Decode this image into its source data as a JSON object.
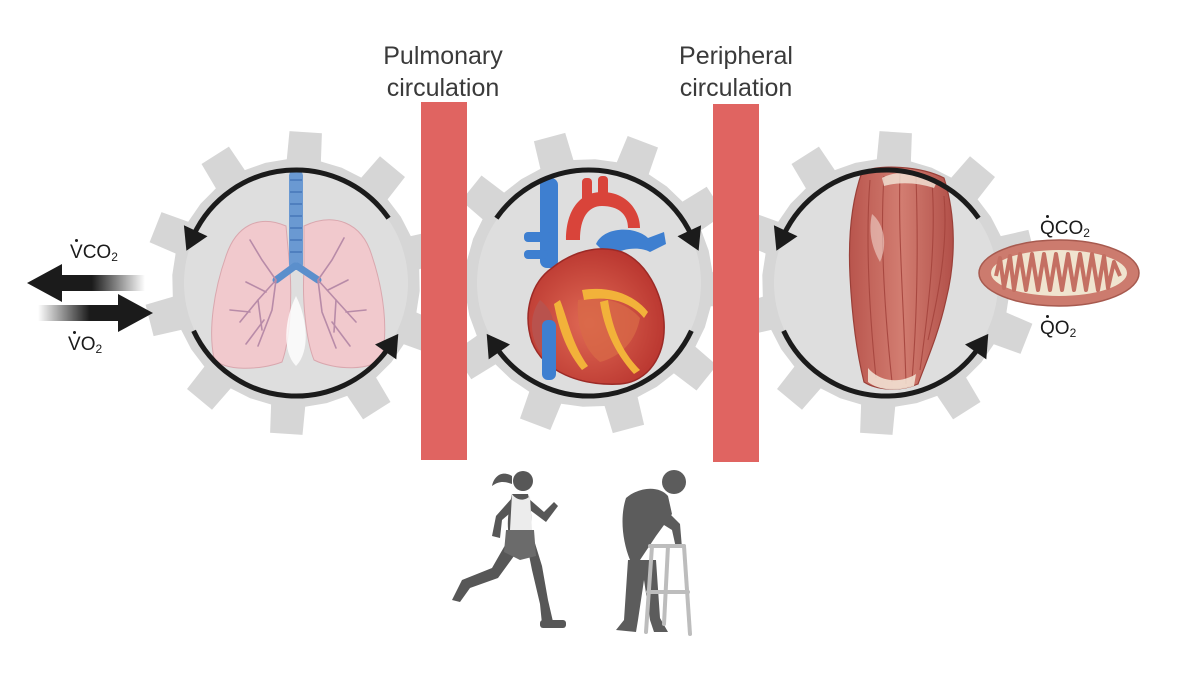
{
  "labels": {
    "pulmonary_line1": "Pulmonary",
    "pulmonary_line2": "circulation",
    "peripheral_line1": "Peripheral",
    "peripheral_line2": "circulation"
  },
  "gas": {
    "vco2_main": "V",
    "vco2_gas": "CO",
    "vco2_sub": "2",
    "vo2_main": "V",
    "vo2_gas": "O",
    "vo2_sub": "2",
    "qco2_main": "Q",
    "qco2_gas": "CO",
    "qco2_sub": "2",
    "qo2_main": "Q",
    "qo2_gas": "O",
    "qo2_sub": "2"
  },
  "colors": {
    "gear": "#d6d6d6",
    "gear_inner": "#dedede",
    "barrier": "#e06461",
    "arrow": "#1b1b1b",
    "silhouette": "#555555",
    "lung": "#f1c9cd",
    "bronchi": "#5b8fcc",
    "heart": "#c9423b",
    "muscle": "#c4665d",
    "mito": "#cc7b6e"
  },
  "icons": {
    "lungs": "lungs-illustration",
    "heart": "heart-illustration",
    "muscle": "muscle-illustration",
    "mitochondrion": "mitochondrion-illustration",
    "runner": "runner-silhouette",
    "elderly": "elderly-walker-silhouette"
  }
}
